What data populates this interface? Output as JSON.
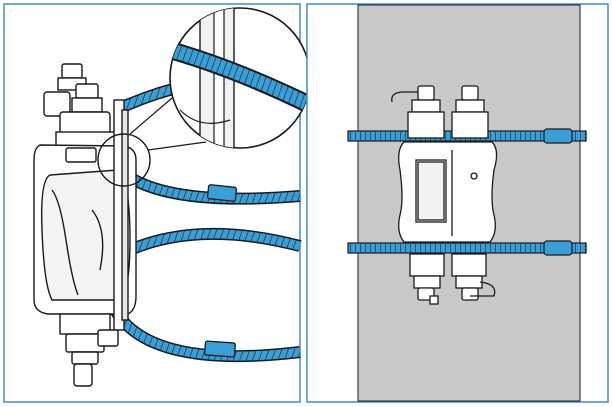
{
  "figure": {
    "panels": [
      {
        "id": "left",
        "content": "side-view-strap-installation-with-detail-callout"
      },
      {
        "id": "right",
        "content": "front-view-device-mounted-on-pole"
      }
    ],
    "colors": {
      "frame": "#3b8fc9",
      "strap": "#3a9fd6",
      "strap_dark": "#1d6f9f",
      "line": "#1a1a1a",
      "pole": "#c9c9c9",
      "paper": "#ffffff"
    },
    "icons": [
      "magnifier-callout",
      "hose-clamp-strap",
      "mounting-bracket",
      "cable-connector"
    ]
  }
}
